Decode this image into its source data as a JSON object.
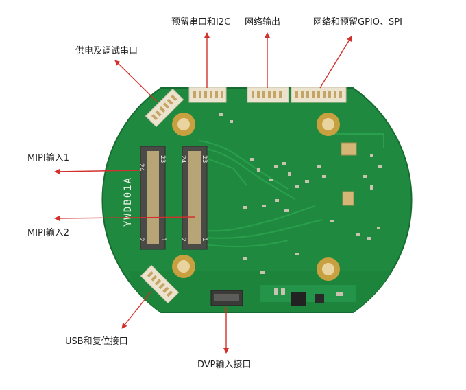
{
  "labels": {
    "power_debug_uart": "供电及调试串口",
    "reserved_uart_i2c": "预留串口和I2C",
    "network_out": "网络输出",
    "network_gpio_spi": "网络和预留GPIO、SPI",
    "mipi_in_1": "MIPI输入1",
    "mipi_in_2": "MIPI输入2",
    "usb_reset": "USB和复位接口",
    "dvp_in": "DVP输入接口"
  },
  "board": {
    "silkscreen": "YWDB01A",
    "fpc_pin_labels": [
      "24",
      "23",
      "2",
      "1"
    ]
  },
  "colors": {
    "pcb": "#1f8a3f",
    "pcb_dark": "#17752f",
    "arrow": "#d2302c",
    "gold": "#c9a040",
    "connector": "#ece3cf",
    "fpc": "#4a4a46"
  }
}
